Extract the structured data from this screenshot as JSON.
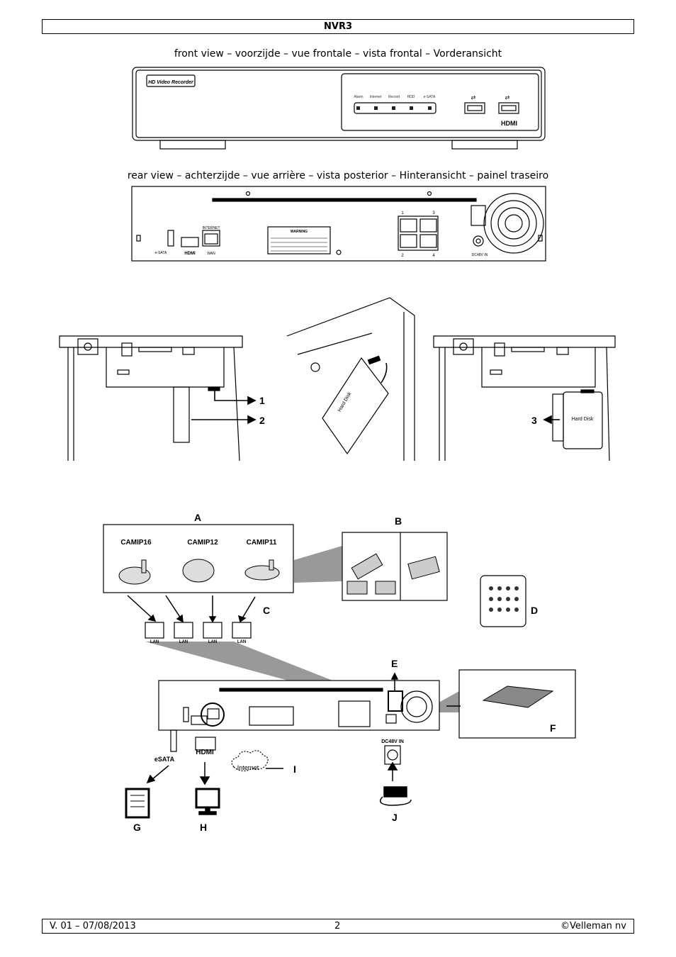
{
  "header": {
    "title": "NVR3"
  },
  "captions": {
    "front": "front view – voorzijde – vue frontale – vista frontal – Vorderansicht",
    "rear": "rear view – achterzijde – vue arrière – vista posterior – Hinteransicht – painel traseiro"
  },
  "front_panel": {
    "badge": "HD Video Recorder",
    "indicators": [
      "Alarm",
      "Internet",
      "Record",
      "HDD",
      "e-SATA"
    ],
    "usb_icon": "usb-icon",
    "hdmi": "HDMI"
  },
  "rear_panel": {
    "esata": "e-SATA",
    "hdmi": "HDMI",
    "internet": "INTERNET",
    "wan": "WAN",
    "warning_title": "WARNING",
    "lan_top": [
      "1",
      "3"
    ],
    "lan_bottom": [
      "2",
      "4"
    ],
    "dc": "DC48V IN"
  },
  "hdd_install": {
    "hard_disk": "Hard Disk",
    "steps": [
      "1",
      "2",
      "3"
    ]
  },
  "connection": {
    "letters": [
      "A",
      "B",
      "C",
      "D",
      "E",
      "F",
      "G",
      "H",
      "I",
      "J"
    ],
    "cameras": [
      "CAMIP16",
      "CAMIP12",
      "CAMIP11"
    ],
    "lan": "LAN",
    "esata": "eSATA",
    "hdmi": "HDMI",
    "internet": "Internet",
    "dc": "DC48V IN"
  },
  "footer": {
    "version": "V. 01 – 07/08/2013",
    "page": "2",
    "copyright": "©Velleman nv"
  }
}
